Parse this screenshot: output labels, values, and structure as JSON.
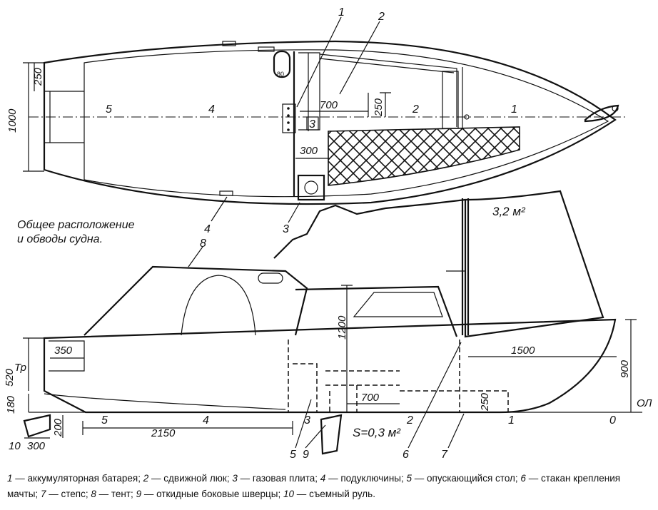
{
  "caption": {
    "line1": "Общее расположение",
    "line2": "и обводы судна."
  },
  "sail_area": "3,2 м²",
  "rudder_area": "S=0,3 м²",
  "plan_view": {
    "beam_label": "1000",
    "offset_250_left": "250",
    "len_700": "700",
    "h_250": "250",
    "w_300": "300",
    "zone_numbers": [
      "5",
      "4",
      "2",
      "1"
    ],
    "callouts": [
      "1",
      "2",
      "3",
      "4"
    ],
    "small_tag_3": "3"
  },
  "side_view": {
    "h_1200": "1200",
    "h_520": "520",
    "h_180": "180",
    "h_900": "900",
    "len_350": "350",
    "len_1500": "1500",
    "len_700": "700",
    "h_250": "250",
    "len_2150": "2150",
    "tr": "Тр",
    "ol": "ОЛ",
    "stations": [
      "5",
      "4",
      "3",
      "2",
      "1",
      "0"
    ],
    "callouts": [
      "8",
      "5",
      "9",
      "6",
      "7"
    ],
    "rudder": {
      "num": "10",
      "w": "300",
      "h": "200"
    }
  },
  "legend": [
    {
      "key": "1",
      "text": "аккумуляторная батарея;"
    },
    {
      "key": "2",
      "text": "сдвижной люк;"
    },
    {
      "key": "3",
      "text": "газовая плита;"
    },
    {
      "key": "4",
      "text": "подуключины;"
    },
    {
      "key": "5",
      "text": "опускающийся стол;"
    },
    {
      "key": "6",
      "text": "стакан крепления мачты;"
    },
    {
      "key": "7",
      "text": "степс;"
    },
    {
      "key": "8",
      "text": "тент;"
    },
    {
      "key": "9",
      "text": "откидные боковые шверцы;"
    },
    {
      "key": "10",
      "text": "съемный руль."
    }
  ]
}
